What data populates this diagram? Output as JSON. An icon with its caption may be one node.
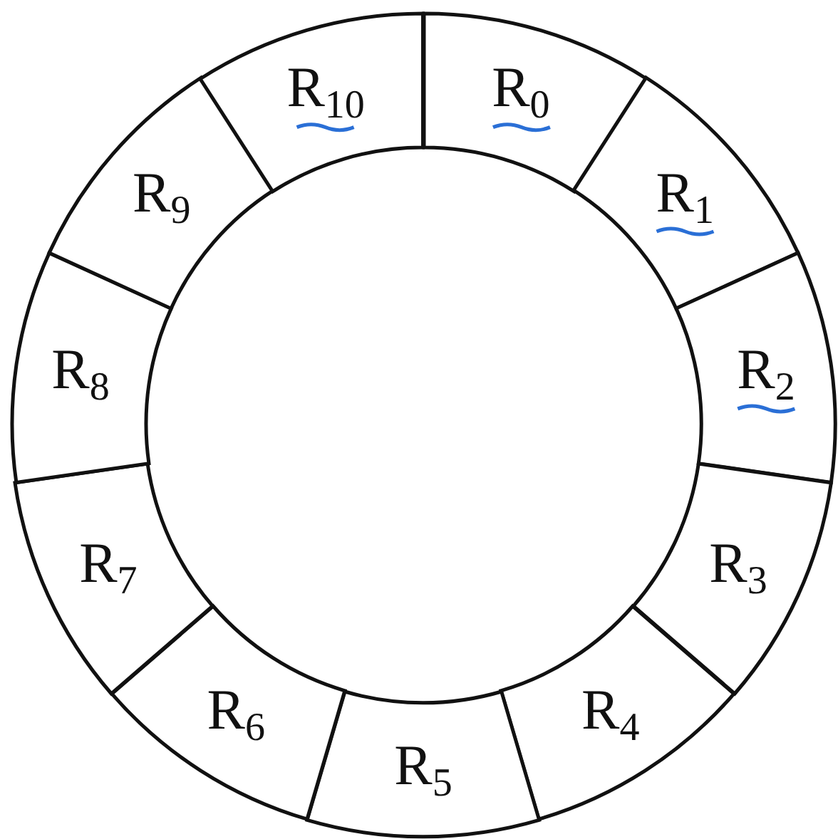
{
  "diagram": {
    "nodes": [
      {
        "text": [
          "R$_{0}$"
        ]
      },
      {
        "text": [
          "R$_{1}$"
        ]
      },
      {
        "text": [
          "R$_{2}$"
        ]
      },
      {
        "text": [
          "R$_{3}$"
        ]
      },
      {
        "text": [
          "R$_{4}$"
        ]
      },
      {
        "text": [
          "R$_{5}$"
        ]
      },
      {
        "text": [
          "R$_{6}$"
        ]
      },
      {
        "text": [
          "R$_{7}$"
        ]
      },
      {
        "text": [
          "R$_{8}$"
        ]
      },
      {
        "text": [
          "R$_{9}$"
        ]
      },
      {
        "text": [
          "R$_{10}$"
        ]
      }
    ]
  }
}
